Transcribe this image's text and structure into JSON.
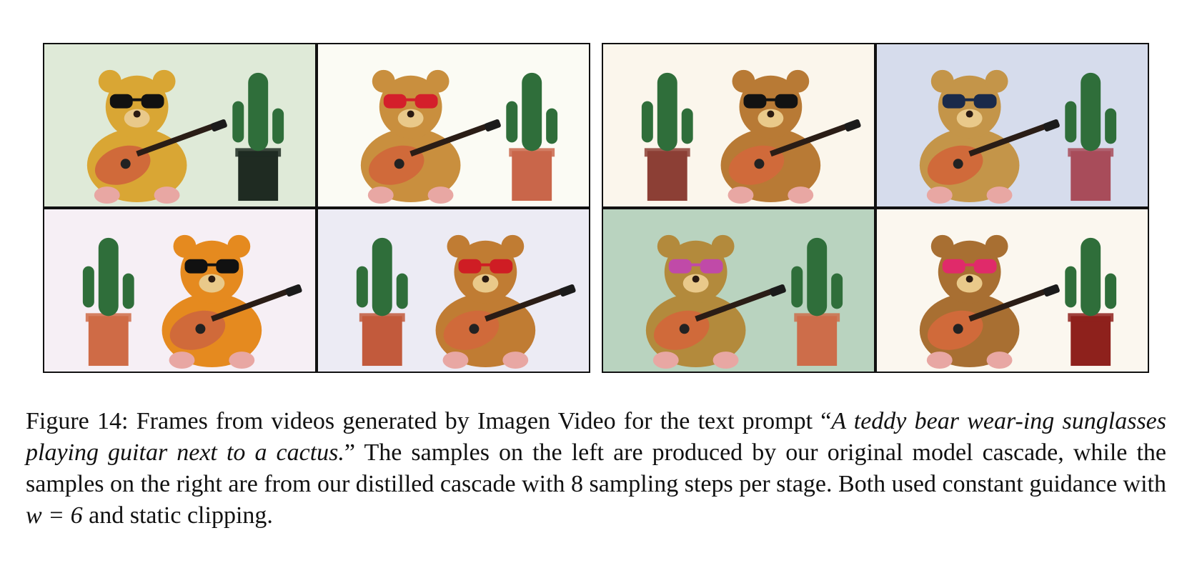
{
  "figure": {
    "left_group_label": "Original model cascade frames",
    "right_group_label": "Distilled cascade frames",
    "frames": [
      {
        "bg": "#dfead8",
        "pot": "#1f2b22",
        "glasses": "#111111",
        "fur": "#d9a634",
        "cactus_left": false
      },
      {
        "bg": "#fbfbf4",
        "pot": "#c9664a",
        "glasses": "#d41f2b",
        "fur": "#c98f3e",
        "cactus_left": false
      },
      {
        "bg": "#fbf6ec",
        "pot": "#8c3f35",
        "glasses": "#121212",
        "fur": "#b87a35",
        "cactus_left": true
      },
      {
        "bg": "#d6dcec",
        "pot": "#a84c5a",
        "glasses": "#1a2a4a",
        "fur": "#c49549",
        "cactus_left": false
      },
      {
        "bg": "#f6eff5",
        "pot": "#cf6b46",
        "glasses": "#111111",
        "fur": "#e58a1f",
        "cactus_left": true
      },
      {
        "bg": "#ecebf4",
        "pot": "#c25a3c",
        "glasses": "#cf1d24",
        "fur": "#c07c33",
        "cactus_left": true
      },
      {
        "bg": "#b9d3bf",
        "pot": "#cd6d4a",
        "glasses": "#c04aa8",
        "fur": "#b38a3c",
        "cactus_left": false
      },
      {
        "bg": "#fbf7ef",
        "pot": "#8e211c",
        "glasses": "#e02a6a",
        "fur": "#a86f32",
        "cactus_left": false
      }
    ]
  },
  "caption": {
    "lead": "Figure 14: Frames from videos generated by Imagen Video for the text prompt “",
    "prompt": "A teddy bear wear-ing sunglasses playing guitar next to a cactus.",
    "after_prompt": "” The samples on the left are produced by our original model cascade, while the samples on the right are from our distilled cascade with 8 sampling steps per stage. Both used constant guidance with ",
    "math": "w = 6",
    "tail": " and static clipping."
  }
}
